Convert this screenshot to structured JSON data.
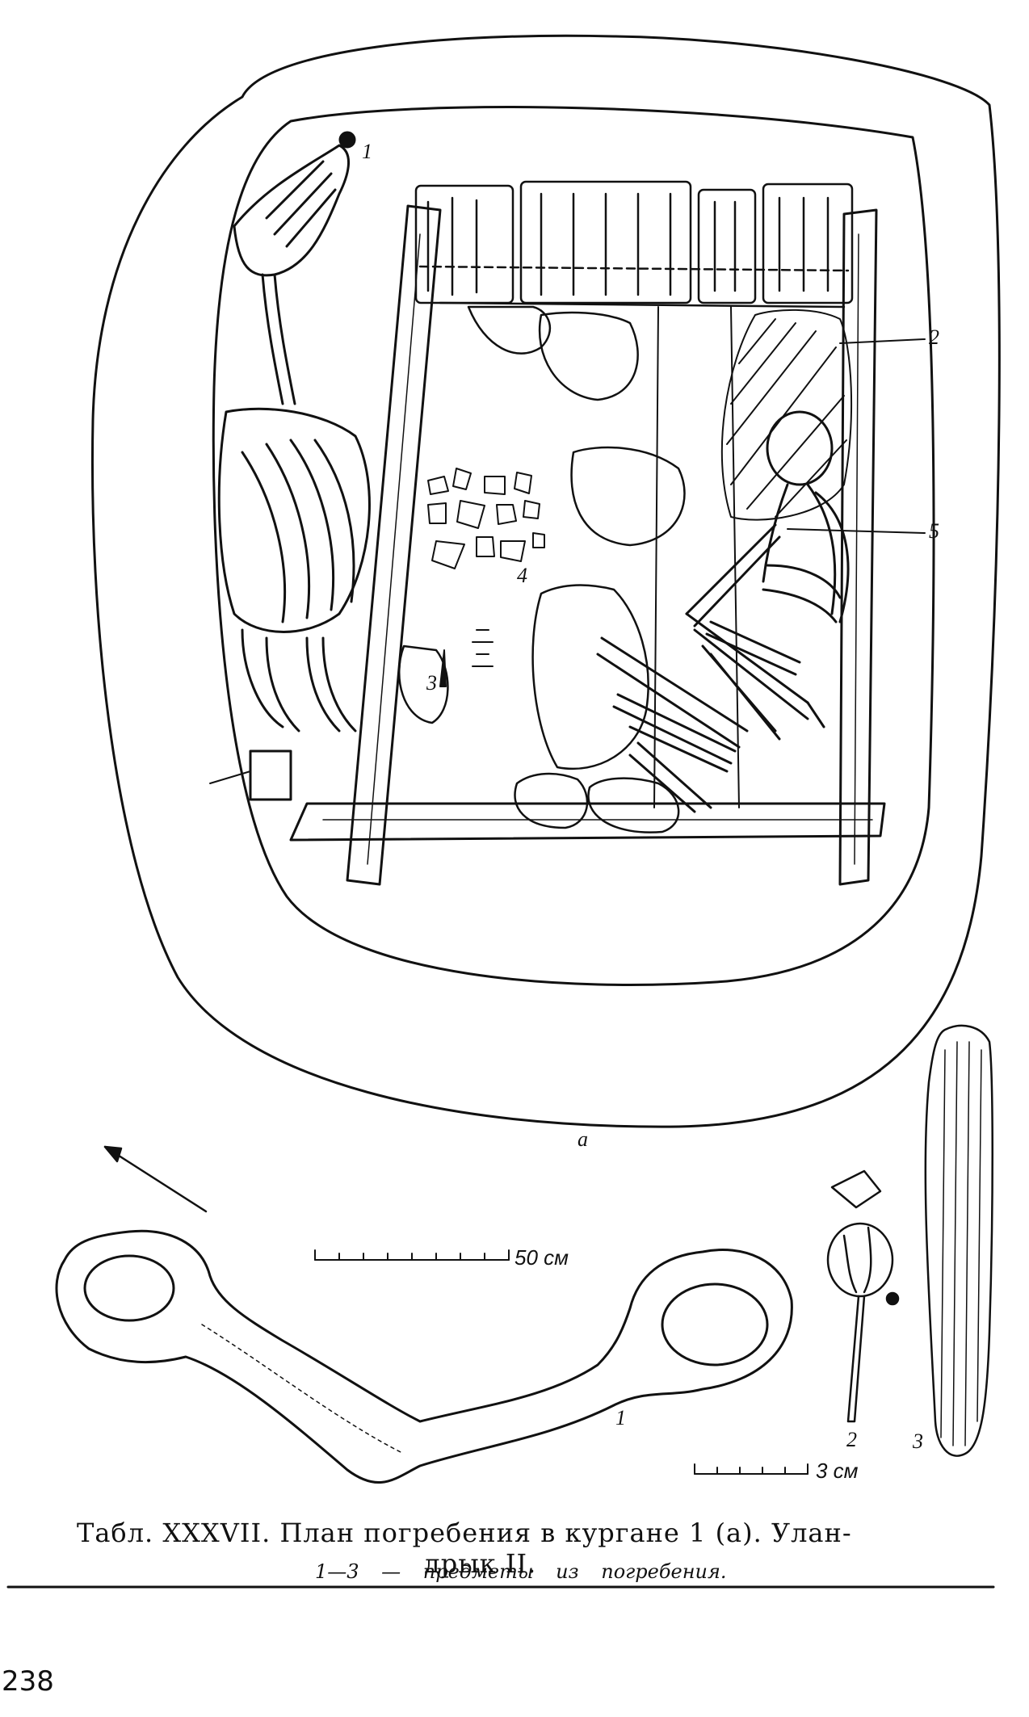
{
  "labels": {
    "item1": "1",
    "item2": "2",
    "item3": "3",
    "item4": "4",
    "item5": "5",
    "sub_a": "a",
    "find1": "1",
    "find2": "2",
    "find3": "3"
  },
  "scales": {
    "plan": "50 см",
    "finds": "3 см"
  },
  "caption": {
    "line1": "Табл. XXXVII. План погребения в кургане 1 (а). Улан-",
    "line2": "дрык II.",
    "line3": "1—3 — предметы из погребения."
  },
  "page_number": "238"
}
